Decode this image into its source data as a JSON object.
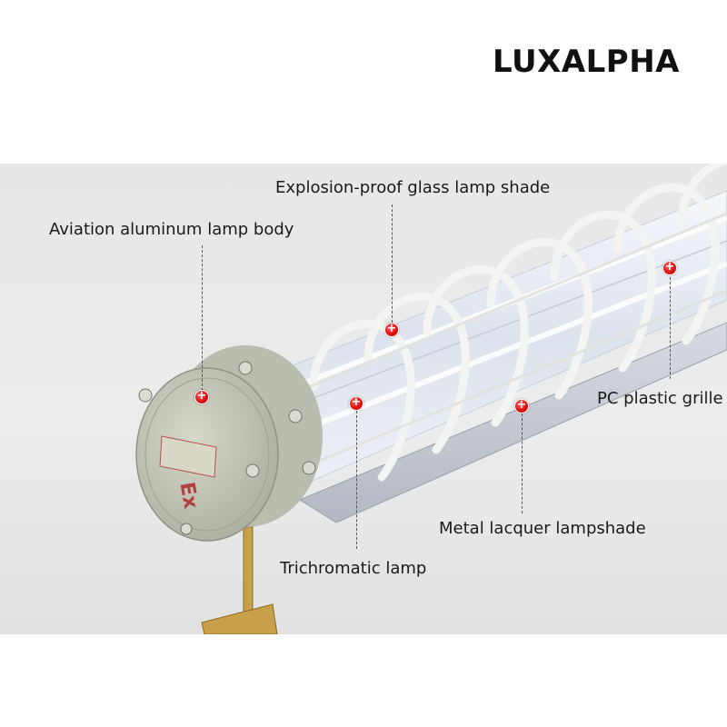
{
  "brand": {
    "name": "LUXALPHA"
  },
  "product_photo": {
    "subject": "explosion-proof fluorescent lamp fixture"
  },
  "callouts": {
    "lamp_body": "Aviation aluminum lamp body",
    "glass_shade": "Explosion-proof glass lamp shade",
    "grille": "PC plastic grille",
    "lampshade": "Metal lacquer lampshade",
    "tube": "Trichromatic lamp"
  },
  "marker_icon": "plus-marker-icon",
  "colors": {
    "marker": "#e01010",
    "body": "#c9cbbd",
    "grille": "#f4f4f2",
    "background": "#e9e9e9"
  }
}
